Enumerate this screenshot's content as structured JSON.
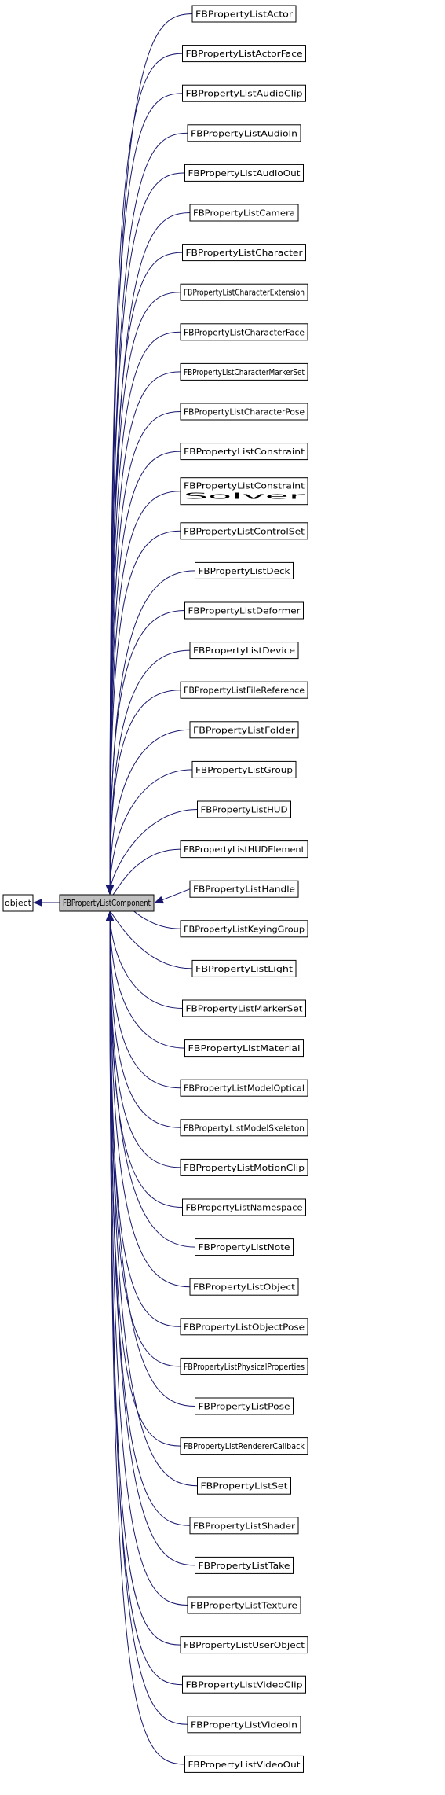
{
  "diagram": {
    "edge_color": "#191970",
    "base": "object",
    "focus": "FBPropertyListComponent",
    "children": [
      [
        "FBPropertyListActor"
      ],
      [
        "FBPropertyListActorFace"
      ],
      [
        "FBPropertyListAudioClip"
      ],
      [
        "FBPropertyListAudioIn"
      ],
      [
        "FBPropertyListAudioOut"
      ],
      [
        "FBPropertyListCamera"
      ],
      [
        "FBPropertyListCharacter"
      ],
      [
        "FBPropertyListCharacterExtension"
      ],
      [
        "FBPropertyListCharacterFace"
      ],
      [
        "FBPropertyListCharacterMarkerSet"
      ],
      [
        "FBPropertyListCharacterPose"
      ],
      [
        "FBPropertyListConstraint"
      ],
      [
        "FBPropertyListConstraint",
        "Solver"
      ],
      [
        "FBPropertyListControlSet"
      ],
      [
        "FBPropertyListDeck"
      ],
      [
        "FBPropertyListDeformer"
      ],
      [
        "FBPropertyListDevice"
      ],
      [
        "FBPropertyListFileReference"
      ],
      [
        "FBPropertyListFolder"
      ],
      [
        "FBPropertyListGroup"
      ],
      [
        "FBPropertyListHUD"
      ],
      [
        "FBPropertyListHUDElement"
      ],
      [
        "FBPropertyListHandle"
      ],
      [
        "FBPropertyListKeyingGroup"
      ],
      [
        "FBPropertyListLight"
      ],
      [
        "FBPropertyListMarkerSet"
      ],
      [
        "FBPropertyListMaterial"
      ],
      [
        "FBPropertyListModelOptical"
      ],
      [
        "FBPropertyListModelSkeleton"
      ],
      [
        "FBPropertyListMotionClip"
      ],
      [
        "FBPropertyListNamespace"
      ],
      [
        "FBPropertyListNote"
      ],
      [
        "FBPropertyListObject"
      ],
      [
        "FBPropertyListObjectPose"
      ],
      [
        "FBPropertyListPhysicalProperties"
      ],
      [
        "FBPropertyListPose"
      ],
      [
        "FBPropertyListRendererCallback"
      ],
      [
        "FBPropertyListSet"
      ],
      [
        "FBPropertyListShader"
      ],
      [
        "FBPropertyListTake"
      ],
      [
        "FBPropertyListTexture"
      ],
      [
        "FBPropertyListUserObject"
      ],
      [
        "FBPropertyListVideoClip"
      ],
      [
        "FBPropertyListVideoIn"
      ],
      [
        "FBPropertyListVideoOut"
      ]
    ]
  }
}
